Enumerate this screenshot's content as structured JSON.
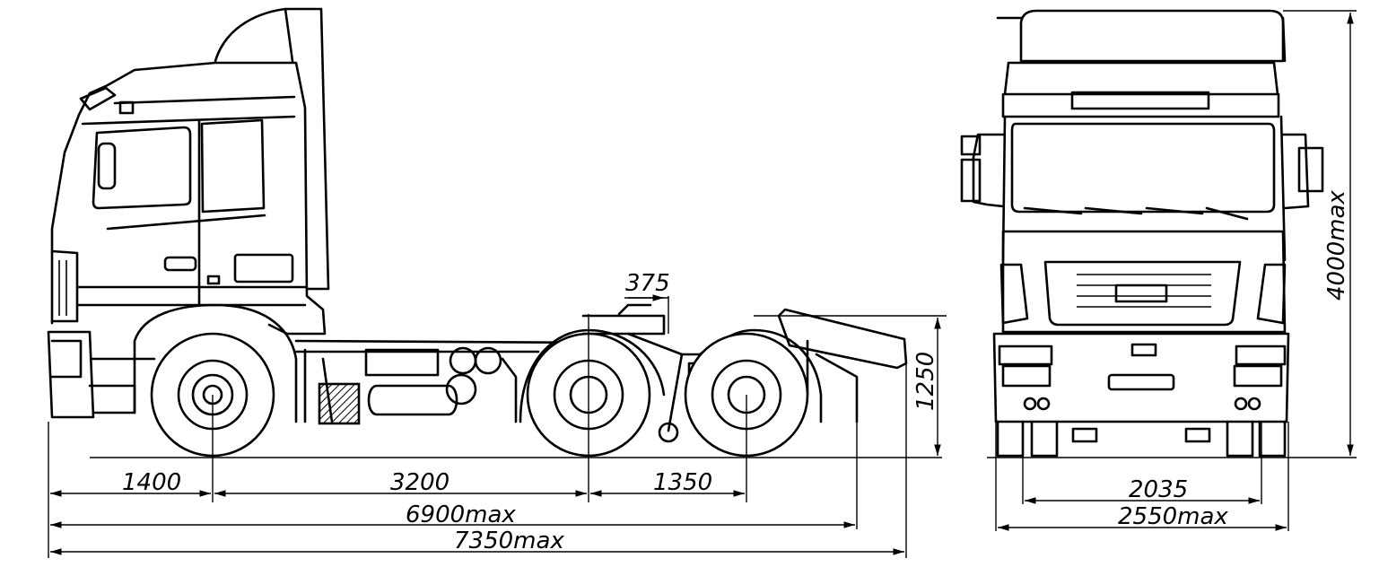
{
  "dimensions": {
    "front_overhang": "1400",
    "wheelbase_first": "3200",
    "wheelbase_rear": "1350",
    "fifth_wheel_offset": "375",
    "frame_height": "1250",
    "overall_length_frame": "6900max",
    "overall_length": "7350max",
    "track_width": "2035",
    "overall_width": "2550max",
    "overall_height": "4000max"
  }
}
